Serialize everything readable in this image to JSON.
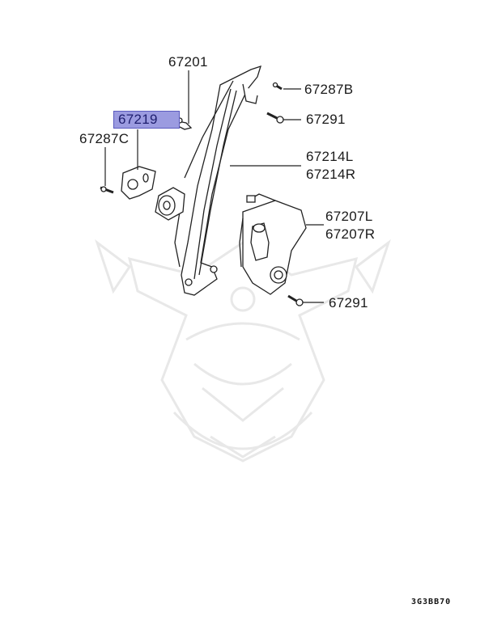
{
  "diagram": {
    "type": "exploded-parts-diagram",
    "subject": "Window regulator assembly",
    "catalog_code": "3G3BB70",
    "highlighted_part": "67219",
    "highlight_color": "#9b9be0",
    "watermark": "samurai-helmet-logo"
  },
  "callouts": [
    {
      "id": "67201",
      "text": "67201"
    },
    {
      "id": "67219",
      "text": "67219",
      "highlighted": true
    },
    {
      "id": "67287C",
      "text": "67287C"
    },
    {
      "id": "67287B",
      "text": "67287B"
    },
    {
      "id": "67291a",
      "text": "67291"
    },
    {
      "id": "67214",
      "text_l": "67214L",
      "text_r": "67214R"
    },
    {
      "id": "67207",
      "text_l": "67207L",
      "text_r": "67207R"
    },
    {
      "id": "67291b",
      "text": "67291"
    }
  ]
}
